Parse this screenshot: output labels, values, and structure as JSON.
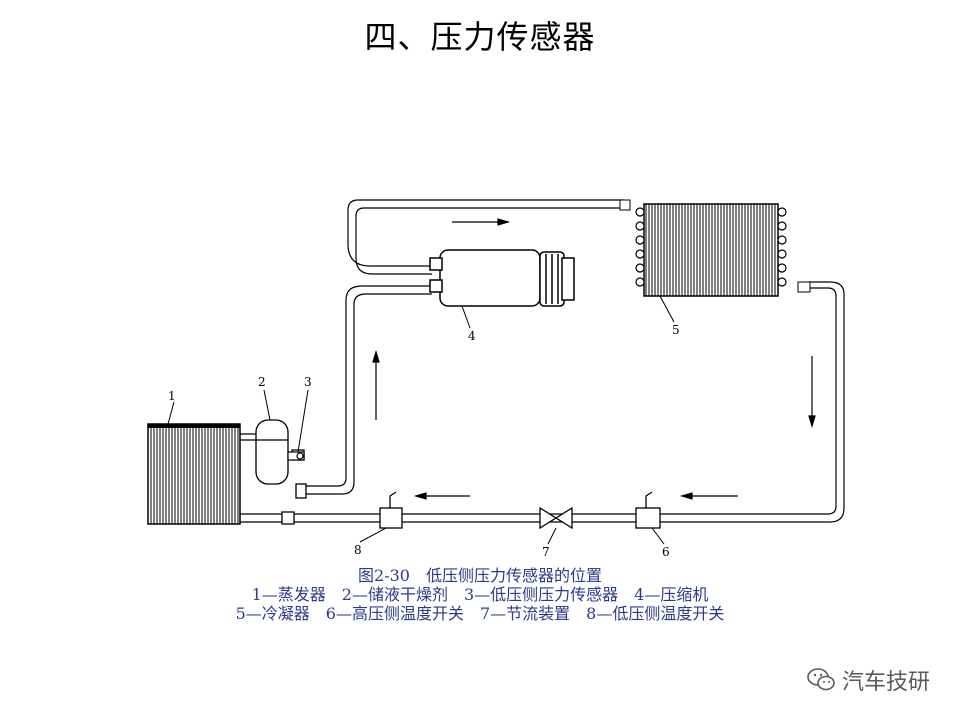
{
  "title": "四、压力传感器",
  "labels": [
    "1",
    "2",
    "3",
    "4",
    "5",
    "6",
    "7",
    "8"
  ],
  "caption": {
    "title": "图2-30　低压侧压力传感器的位置",
    "line1": "1—蒸发器　2—储液干燥剂　3—低压侧压力传感器　4—压缩机",
    "line2": "5—冷凝器　6—高压侧温度开关　7—节流装置　8—低压侧温度开关"
  },
  "watermark": "汽车技研",
  "colors": {
    "caption": "#2b3a8c",
    "line": "#000000",
    "watermark": "#5a5a5a"
  }
}
